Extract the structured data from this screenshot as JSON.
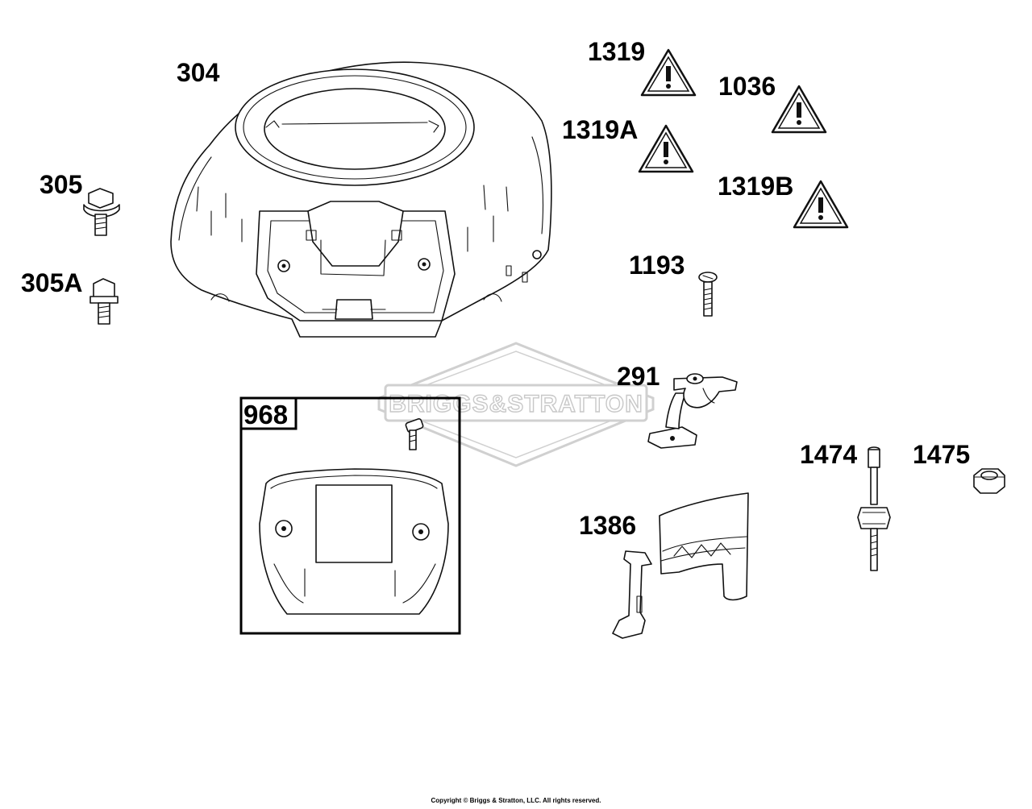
{
  "watermark": {
    "brand": "BRIGGS&STRATTON"
  },
  "labels": {
    "p304": "304",
    "p305": "305",
    "p305A": "305A",
    "p968": "968",
    "p1319": "1319",
    "p1036": "1036",
    "p1319A": "1319A",
    "p1319B": "1319B",
    "p1193": "1193",
    "p291": "291",
    "p1474": "1474",
    "p1475": "1475",
    "p1386": "1386"
  },
  "footer": {
    "copyright": "Copyright © Briggs & Stratton, LLC. All rights reserved."
  },
  "colors": {
    "line": "#111111",
    "watermark": "#c8c8c8",
    "shade": "#d9d9d9"
  }
}
